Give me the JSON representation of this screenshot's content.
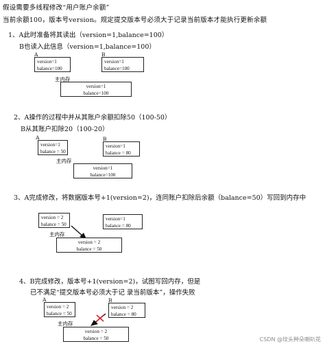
{
  "intro": {
    "line1": "假设需要多线程修改“用户账户余额”",
    "line2": "当前余额100，版本号version。规定提交版本号必须大于记录当前版本才能执行更新余额"
  },
  "steps": [
    {
      "text1": "1、A此时准备将其读出（version=1,balance=100）",
      "text2": "B也读入此信息（version=1,balance=100）",
      "a": {
        "label": "A",
        "version": "version=1",
        "balance": "balance=100"
      },
      "b": {
        "label": "B",
        "version": "version=1",
        "balance": "balance=100"
      },
      "mem": {
        "label": "主内存",
        "version": "version=1",
        "balance": "balance=100"
      }
    },
    {
      "text1": "2、A操作的过程中并从其账户余额扣除50（100-50）",
      "text2": "B从其账户扣除20（100-20）",
      "a": {
        "label": "A",
        "version": "version=1",
        "balance": "balance = 50"
      },
      "b": {
        "label": "B",
        "version": "version=1",
        "balance": "balance = 80"
      },
      "mem": {
        "label": "主内存",
        "version": "version=1",
        "balance": "balance=100"
      }
    },
    {
      "text1": "3、A完成修改，将数据版本号+1(version=2)，连同账户扣除后余额（balance=50）写回到内存中",
      "a": {
        "version": "version = 2",
        "balance": "balance = 50"
      },
      "b": {
        "version": "version=1",
        "balance": "balance =  80"
      },
      "mem": {
        "label": "主内存",
        "version": "version = 2",
        "balance": "balance = 50"
      }
    },
    {
      "text1": "4、B完成修改，版本号+1(version=2)，试图写回内存，但是",
      "text2": "已不满足“提交版本号必须大于记 录当前版本”，操作失败",
      "a": {
        "label": "A",
        "version": "version = 2",
        "balance": "balance = 50"
      },
      "b": {
        "label": "B",
        "version": "version = 2",
        "balance": "balance = 80"
      },
      "mem": {
        "label": "主内存",
        "version": "version = 2",
        "balance": "balance = 50"
      }
    }
  ],
  "footer": "CSDN @坟头种朵喇叭花"
}
